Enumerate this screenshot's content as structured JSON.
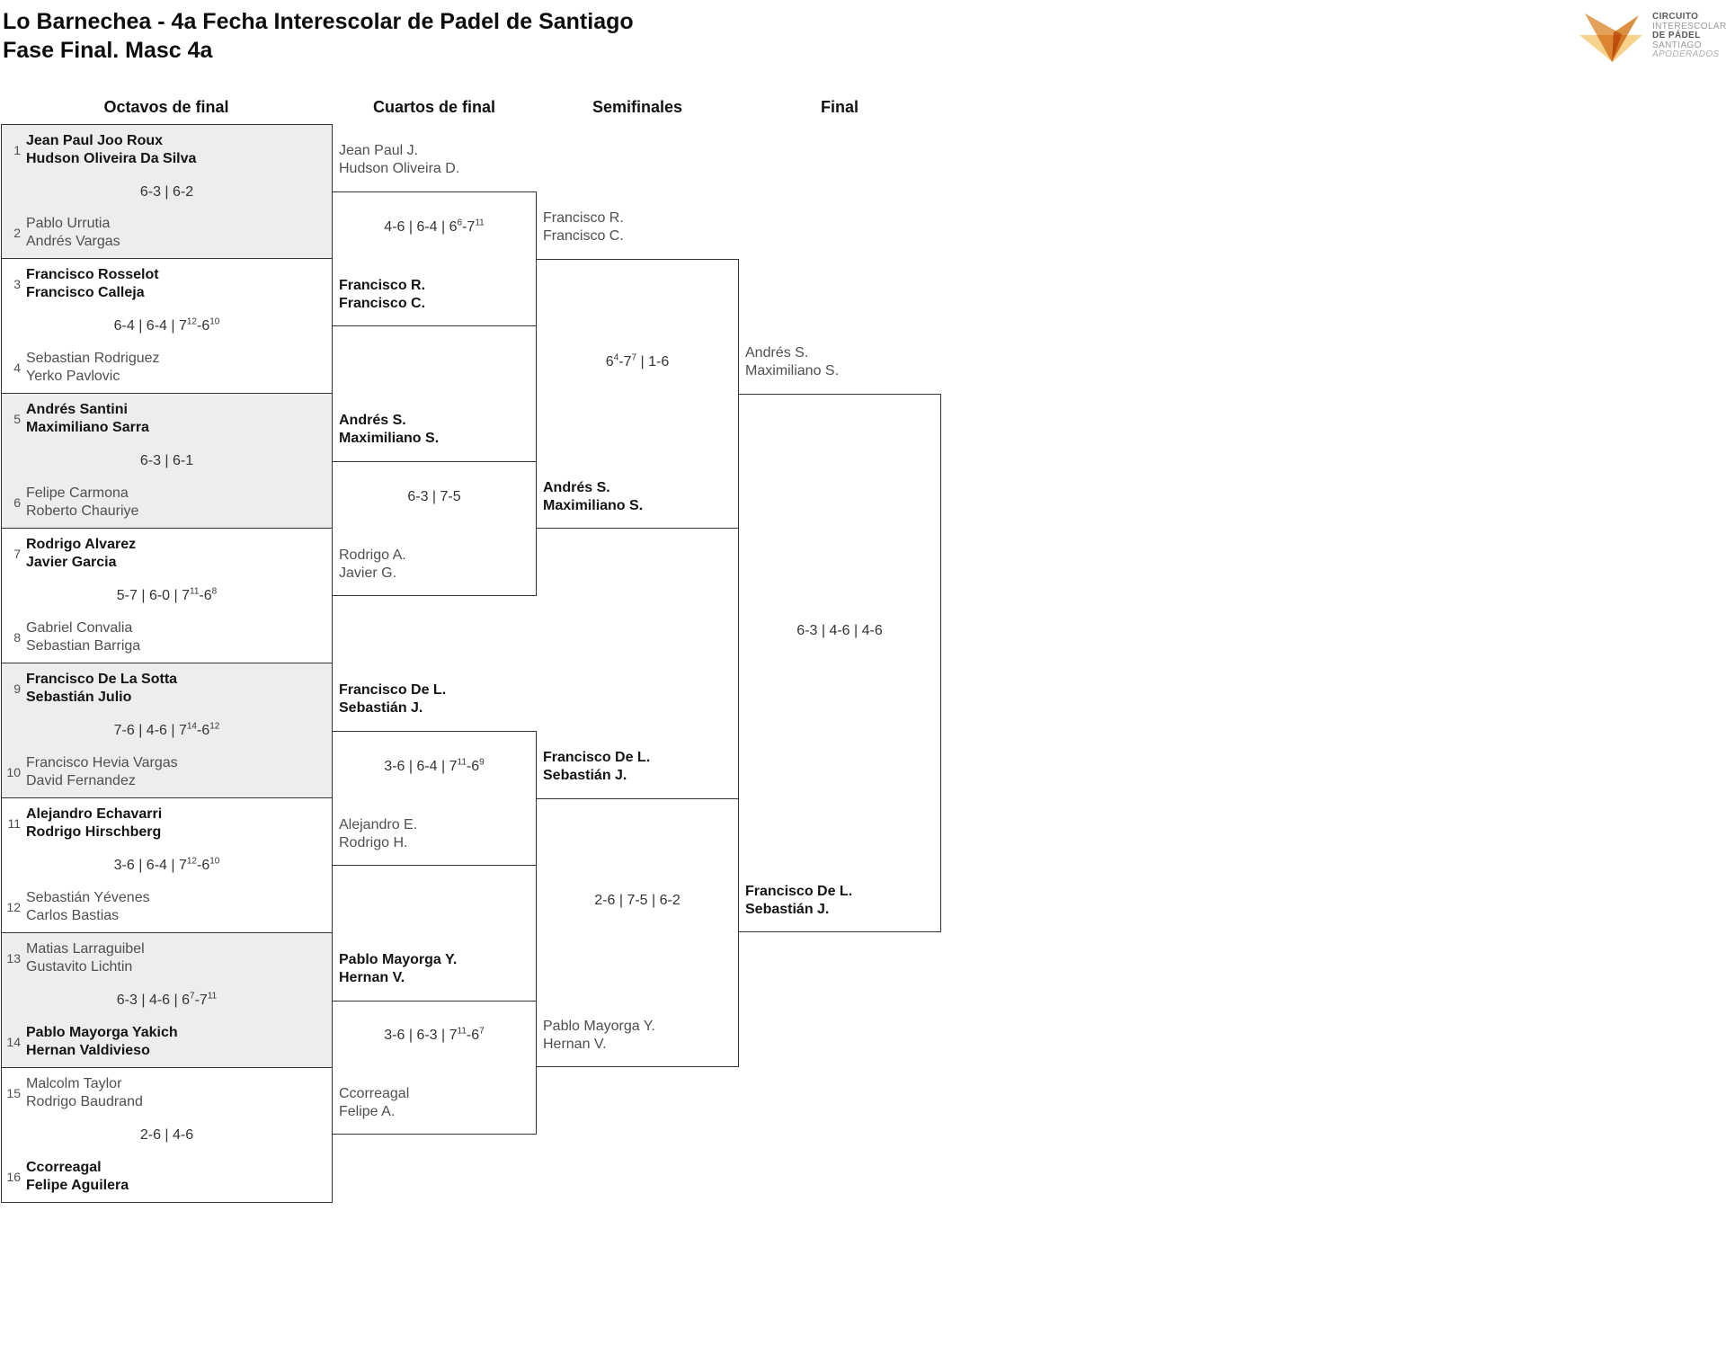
{
  "header": {
    "title_line1": "Lo Barnechea - 4a Fecha Interescolar de Padel de Santiago",
    "title_line2": "Fase Final. Masc 4a"
  },
  "logo": {
    "line1": "CIRCUITO",
    "line2": "INTERESCOLAR",
    "line3": "DE PÁDEL",
    "line4": "SANTIAGO",
    "line5": "APODERADOS",
    "mark_colors": {
      "left_wing": "#e3a159",
      "right_wing": "#dc9142",
      "base": "#f6d28c"
    }
  },
  "columns": [
    "Octavos de final",
    "Cuartos de final",
    "Semifinales",
    "Final"
  ],
  "colors": {
    "shade_row": "#ededed",
    "line": "#333333",
    "winner_text": "#141414",
    "loser_text": "#4f4f4f"
  },
  "bracket": {
    "r16": [
      {
        "seed1": "1",
        "t1a": "Jean Paul Joo Roux",
        "t1b": "Hudson Oliveira Da Silva",
        "w1": true,
        "score": "6-3 | 6-2",
        "seed2": "2",
        "t2a": "Pablo Urrutia",
        "t2b": "Andrés Vargas",
        "w2": false
      },
      {
        "seed1": "3",
        "t1a": "Francisco Rosselot",
        "t1b": "Francisco Calleja",
        "w1": true,
        "score": "6-4 | 6-4 | 7^12-6^10",
        "seed2": "4",
        "t2a": "Sebastian Rodriguez",
        "t2b": "Yerko Pavlovic",
        "w2": false
      },
      {
        "seed1": "5",
        "t1a": "Andrés Santini",
        "t1b": "Maximiliano Sarra",
        "w1": true,
        "score": "6-3 | 6-1",
        "seed2": "6",
        "t2a": "Felipe Carmona",
        "t2b": "Roberto Chauriye",
        "w2": false
      },
      {
        "seed1": "7",
        "t1a": "Rodrigo Alvarez",
        "t1b": "Javier Garcia",
        "w1": true,
        "score": "5-7 | 6-0 | 7^11-6^8",
        "seed2": "8",
        "t2a": "Gabriel Convalia",
        "t2b": "Sebastian Barriga",
        "w2": false
      },
      {
        "seed1": "9",
        "t1a": "Francisco De La Sotta",
        "t1b": "Sebastián Julio",
        "w1": true,
        "score": "7-6 | 4-6 | 7^14-6^12",
        "seed2": "10",
        "t2a": "Francisco Hevia Vargas",
        "t2b": "David Fernandez",
        "w2": false
      },
      {
        "seed1": "11",
        "t1a": "Alejandro Echavarri",
        "t1b": "Rodrigo Hirschberg",
        "w1": true,
        "score": "3-6 | 6-4 | 7^12-6^10",
        "seed2": "12",
        "t2a": "Sebastián Yévenes",
        "t2b": "Carlos Bastias",
        "w2": false
      },
      {
        "seed1": "13",
        "t1a": "Matias Larraguibel",
        "t1b": "Gustavito Lichtin",
        "w1": false,
        "score": "6-3 | 4-6 | 6^7-7^11",
        "seed2": "14",
        "t2a": "Pablo Mayorga Yakich",
        "t2b": "Hernan Valdivieso",
        "w2": true
      },
      {
        "seed1": "15",
        "t1a": "Malcolm Taylor",
        "t1b": "Rodrigo Baudrand",
        "w1": false,
        "score": "2-6 | 4-6",
        "seed2": "16",
        "t2a": "Ccorreagal",
        "t2b": "Felipe Aguilera",
        "w2": true
      }
    ],
    "qf": [
      {
        "t1a": "Jean Paul J.",
        "t1b": "Hudson Oliveira D.",
        "w1": false,
        "score": "4-6 | 6-4 | 6^6-7^11",
        "t2a": "Francisco R.",
        "t2b": "Francisco C.",
        "w2": true
      },
      {
        "t1a": "Andrés S.",
        "t1b": "Maximiliano S.",
        "w1": true,
        "score": "6-3 | 7-5",
        "t2a": "Rodrigo A.",
        "t2b": "Javier G.",
        "w2": false
      },
      {
        "t1a": "Francisco De L.",
        "t1b": "Sebastián J.",
        "w1": true,
        "score": "3-6 | 6-4 | 7^11-6^9",
        "t2a": "Alejandro E.",
        "t2b": "Rodrigo H.",
        "w2": false
      },
      {
        "t1a": "Pablo Mayorga Y.",
        "t1b": "Hernan V.",
        "w1": true,
        "score": "3-6 | 6-3 | 7^11-6^7",
        "t2a": "Ccorreagal",
        "t2b": "Felipe A.",
        "w2": false
      }
    ],
    "sf": [
      {
        "t1a": "Francisco R.",
        "t1b": "Francisco C.",
        "w1": false,
        "score": "6^4-7^7 | 1-6",
        "t2a": "Andrés S.",
        "t2b": "Maximiliano S.",
        "w2": true
      },
      {
        "t1a": "Francisco De L.",
        "t1b": "Sebastián J.",
        "w1": true,
        "score": "2-6 | 7-5 | 6-2",
        "t2a": "Pablo Mayorga Y.",
        "t2b": "Hernan V.",
        "w2": false
      }
    ],
    "final": {
      "t1a": "Andrés S.",
      "t1b": "Maximiliano S.",
      "w1": false,
      "score": "6-3 | 4-6 | 4-6",
      "t2a": "Francisco De L.",
      "t2b": "Sebastián J.",
      "w2": true
    }
  }
}
